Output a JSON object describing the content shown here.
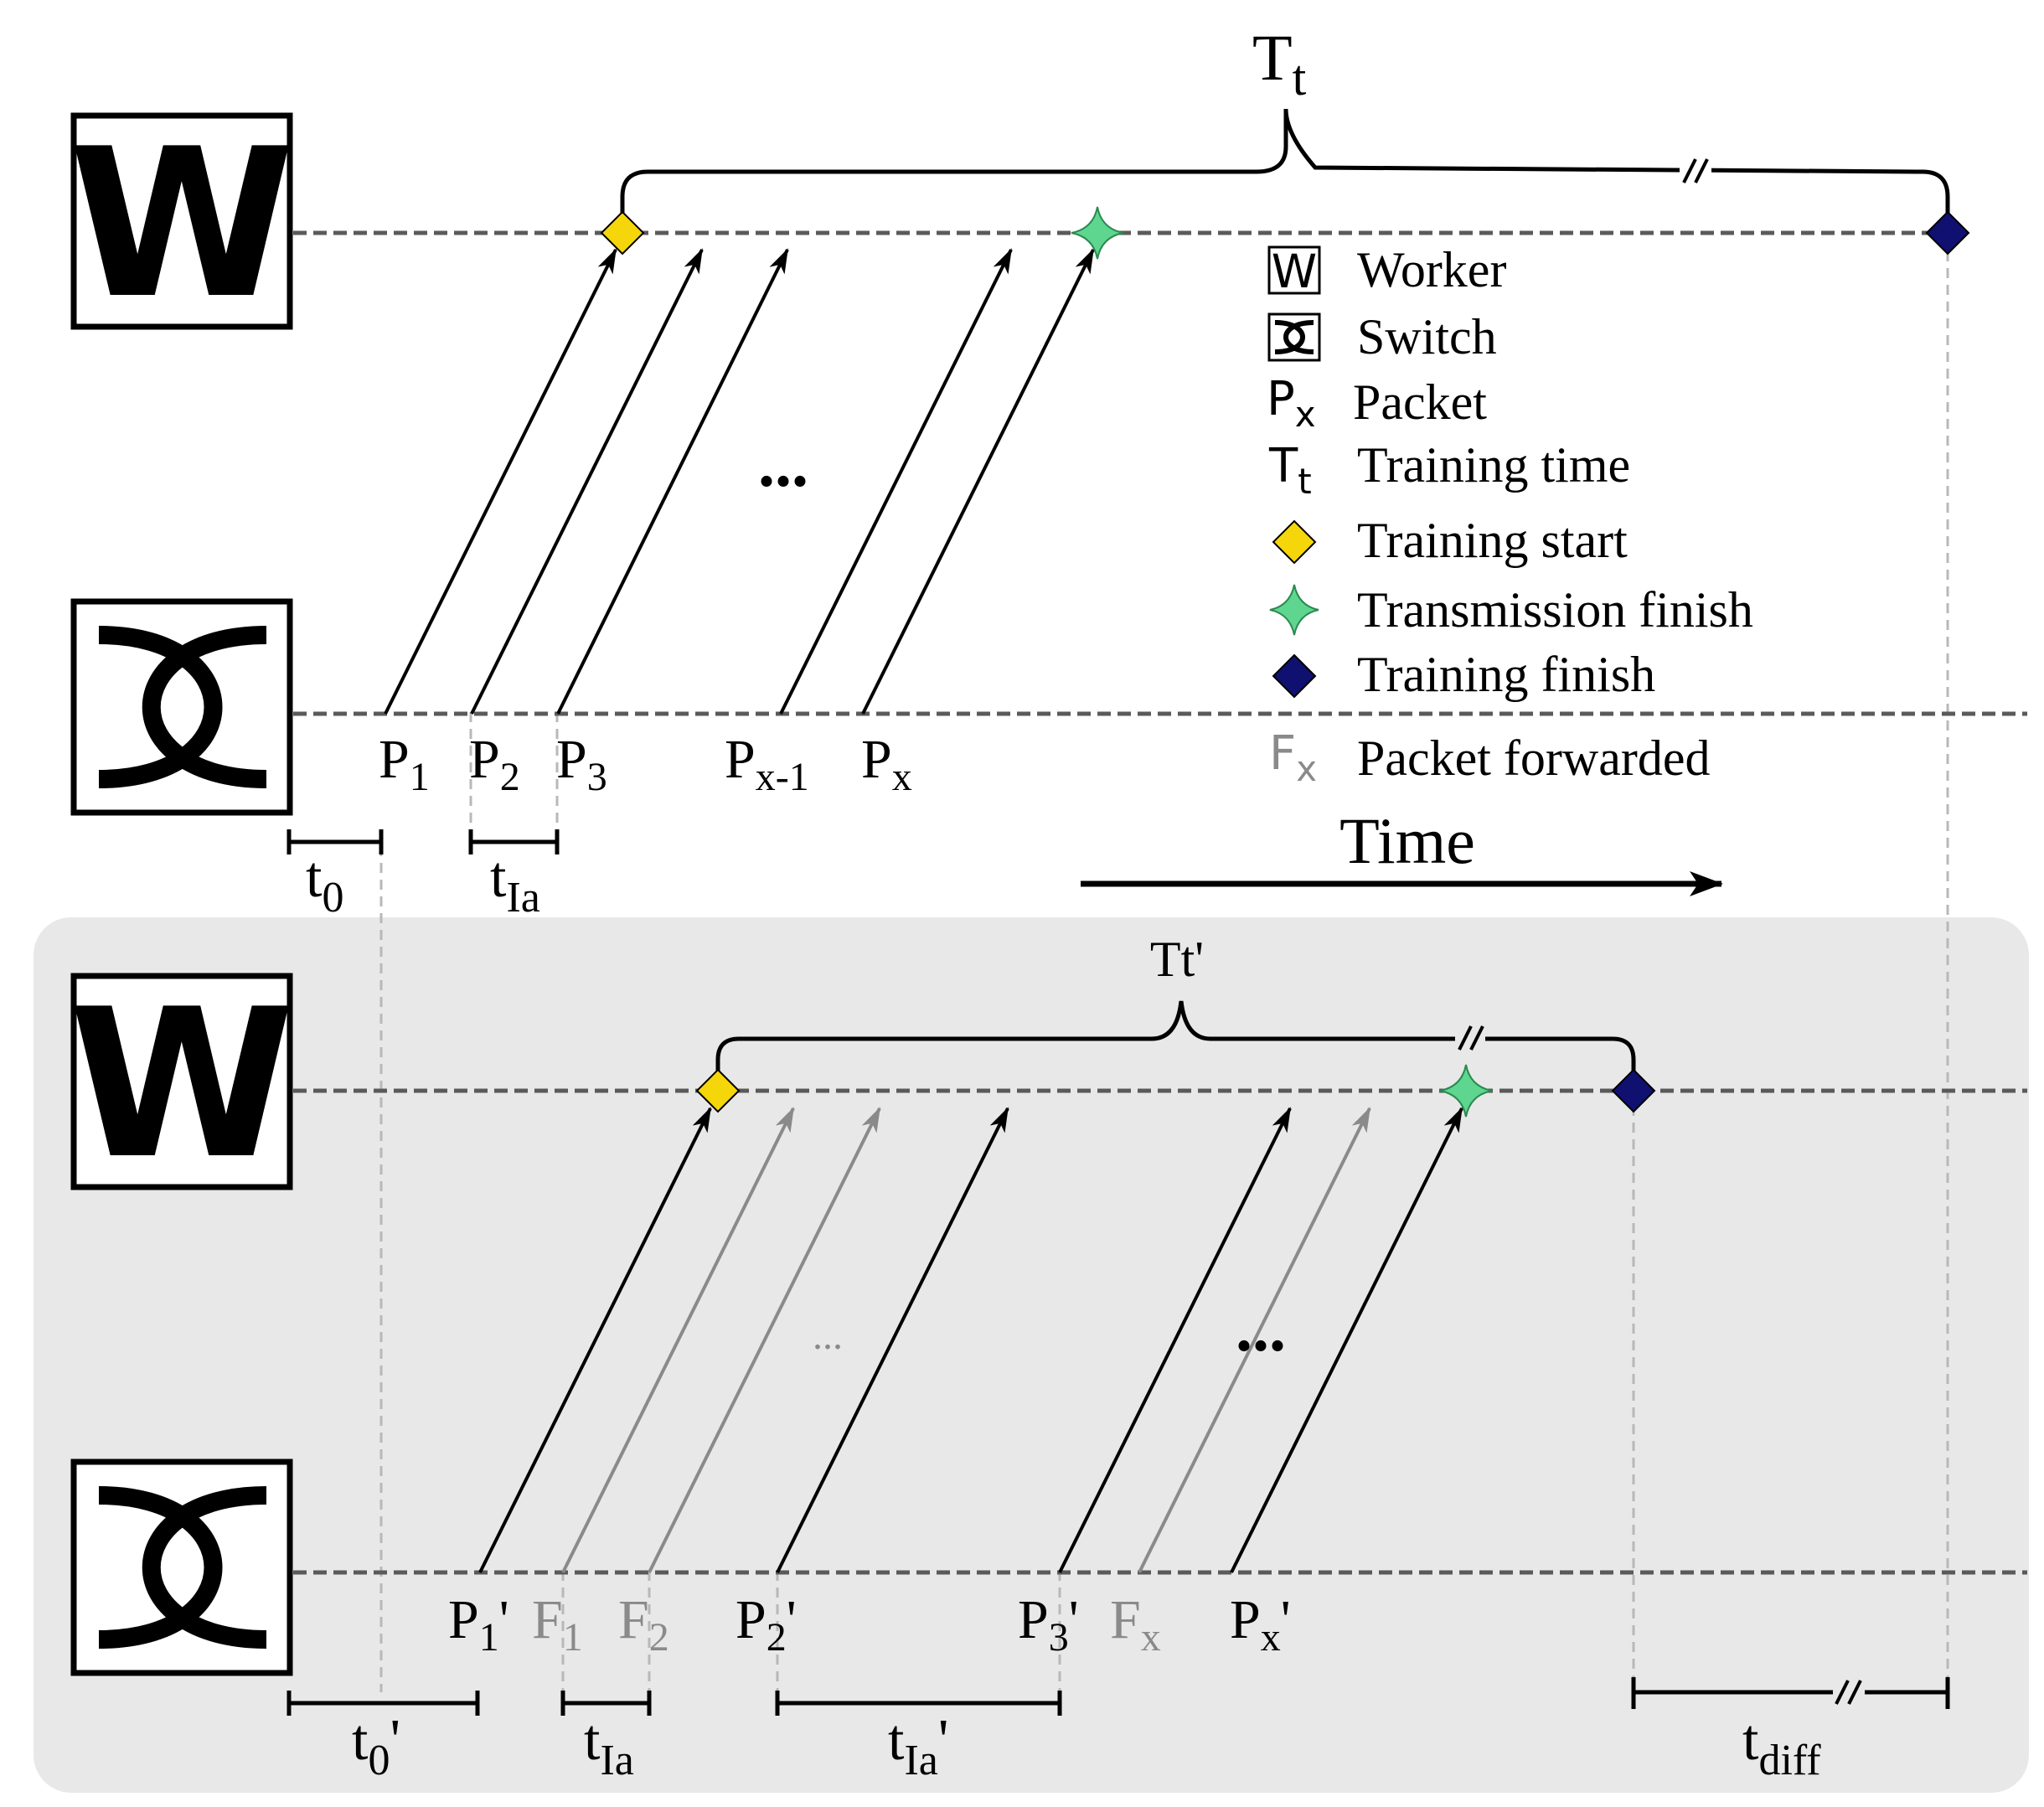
{
  "colors": {
    "panel_bg": "#e8e8e8",
    "black": "#000000",
    "gray_arrow": "#8a8a8a",
    "dashed_line": "#5a5a5a",
    "guide_line": "#b8b8b8",
    "start_marker": "#f5d60a",
    "transmission_marker": "#5fd68f",
    "finish_marker": "#101070"
  },
  "top": {
    "brace_label_main": "T",
    "brace_label_sub": "t",
    "packets": [
      {
        "main": "P",
        "sub": "1",
        "prime": ""
      },
      {
        "main": "P",
        "sub": "2",
        "prime": ""
      },
      {
        "main": "P",
        "sub": "3",
        "prime": ""
      },
      {
        "main": "P",
        "sub": "x-1",
        "prime": ""
      },
      {
        "main": "P",
        "sub": "x",
        "prime": ""
      }
    ],
    "ellipsis": "...",
    "t0_main": "t",
    "t0_sub": "0",
    "tia_main": "t",
    "tia_sub": "Ia"
  },
  "legend": {
    "worker_icon": "W",
    "worker": "Worker",
    "switch": "Switch",
    "packet_main": "P",
    "packet_sub": "x",
    "packet": "Packet",
    "tt_main": "T",
    "tt_sub": "t",
    "training_time": "Training time",
    "training_start": "Training start",
    "transmission_finish": "Transmission finish",
    "training_finish": "Training finish",
    "fwd_main": "F",
    "fwd_sub": "x",
    "packet_forwarded": "Packet forwarded"
  },
  "time_label": "Time",
  "worker_letter": "W",
  "bottom": {
    "brace_label": "Tt'",
    "packets": [
      {
        "main": "P",
        "sub": "1",
        "prime": "'"
      },
      {
        "main": "F",
        "sub": "1",
        "prime": ""
      },
      {
        "main": "F",
        "sub": "2",
        "prime": ""
      },
      {
        "main": "P",
        "sub": "2",
        "prime": "'"
      },
      {
        "main": "P",
        "sub": "3",
        "prime": "'"
      },
      {
        "main": "F",
        "sub": "x",
        "prime": ""
      },
      {
        "main": "P",
        "sub": "x",
        "prime": "'"
      }
    ],
    "ellipsis_gray": "...",
    "ellipsis_black": "...",
    "t0p_main": "t",
    "t0p_sub": "0",
    "t0p_prime": "'",
    "tia_main": "t",
    "tia_sub": "Ia",
    "tiap_main": "t",
    "tiap_sub": "Ia",
    "tiap_prime": "'",
    "tdiff_main": "t",
    "tdiff_sub": "diff"
  }
}
